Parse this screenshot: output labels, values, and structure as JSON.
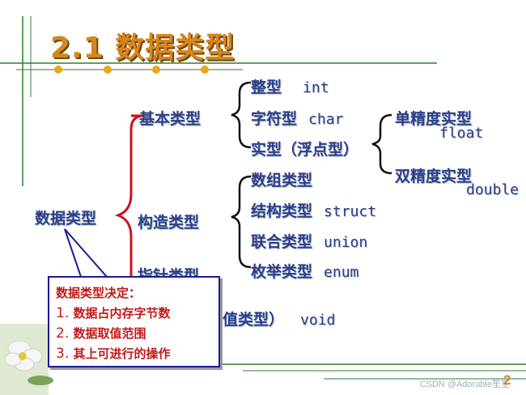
{
  "slide": {
    "title": "2.1 数据类型",
    "page_number": "2",
    "watermark": "CSDN @Adorable笙笙"
  },
  "tree": {
    "root": "数据类型",
    "basic": {
      "label": "基本类型",
      "int": {
        "label": "整型",
        "kw": "int"
      },
      "char": {
        "label": "字符型",
        "kw": "char"
      },
      "real": {
        "label": "实型（浮点型）"
      },
      "float": {
        "label": "单精度实型",
        "kw": "float"
      },
      "double": {
        "label": "双精度实型",
        "kw": "double"
      }
    },
    "construct": {
      "label": "构造类型",
      "array": {
        "label": "数组类型"
      },
      "struct": {
        "label": "结构类型",
        "kw": "struct"
      },
      "union": {
        "label": "联合类型",
        "kw": "union"
      },
      "enum": {
        "label": "枚举类型",
        "kw": "enum"
      }
    },
    "pointer": {
      "label": "指针类型"
    },
    "void": {
      "label": "无值类型）",
      "kw": "void"
    }
  },
  "callout": {
    "heading": "数据类型决定：",
    "items": [
      {
        "num": "1.",
        "text": "数据占内存字节数"
      },
      {
        "num": "2.",
        "text": "数据取值范围"
      },
      {
        "num": "3.",
        "text": "其上可进行的操作"
      }
    ]
  },
  "colors": {
    "title": "#d7861e",
    "node_text": "#2b3f86",
    "red_brace": "#c8141e",
    "black_brace": "#111111",
    "callout_text": "#c31818",
    "callout_border": "#1a1aa0",
    "decor_green": "#2f7d2f",
    "decor_gold": "#e8a81a"
  }
}
